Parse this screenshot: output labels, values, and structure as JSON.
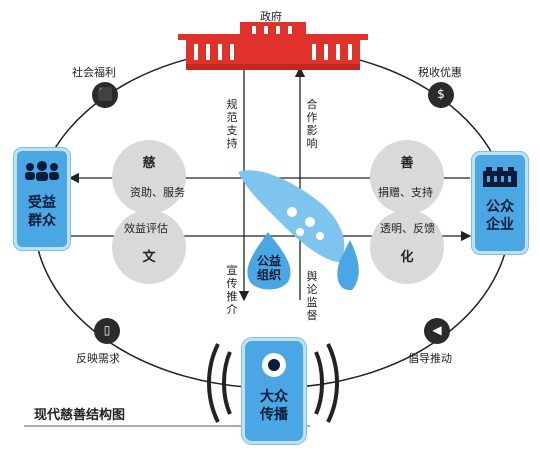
{
  "title": "现代慈善结构图",
  "nodes": {
    "government": "政府",
    "public": "受益群众",
    "enterprise": "公众企业",
    "media": "大众传播",
    "welfare_org": "公益组织"
  },
  "public_lines": [
    "受益",
    "群众"
  ],
  "enterprise_lines": [
    "公众",
    "企业"
  ],
  "media_lines": [
    "大众",
    "传播"
  ],
  "welfare_lines": [
    "公益",
    "组织"
  ],
  "circle_chars": {
    "ci": "慈",
    "shan": "善",
    "wen": "文",
    "hua": "化"
  },
  "corner_labels": {
    "social_welfare": "社会福利",
    "tax_benefit": "税收优惠",
    "feedback": "反映需求",
    "guidance": "倡导推动"
  },
  "arrow_labels": {
    "funding": "资助、服务",
    "donation": "捐赠、支持",
    "evaluation": "效益评估",
    "transparency": "透明、反馈",
    "regulate": "规范支持",
    "cooperate": "合作影响",
    "promote": "宣传推介",
    "opinion": "舆论监督"
  },
  "colors": {
    "blue": "#4aa7e3",
    "red": "#e0312b",
    "gray": "#d9d9d9"
  }
}
